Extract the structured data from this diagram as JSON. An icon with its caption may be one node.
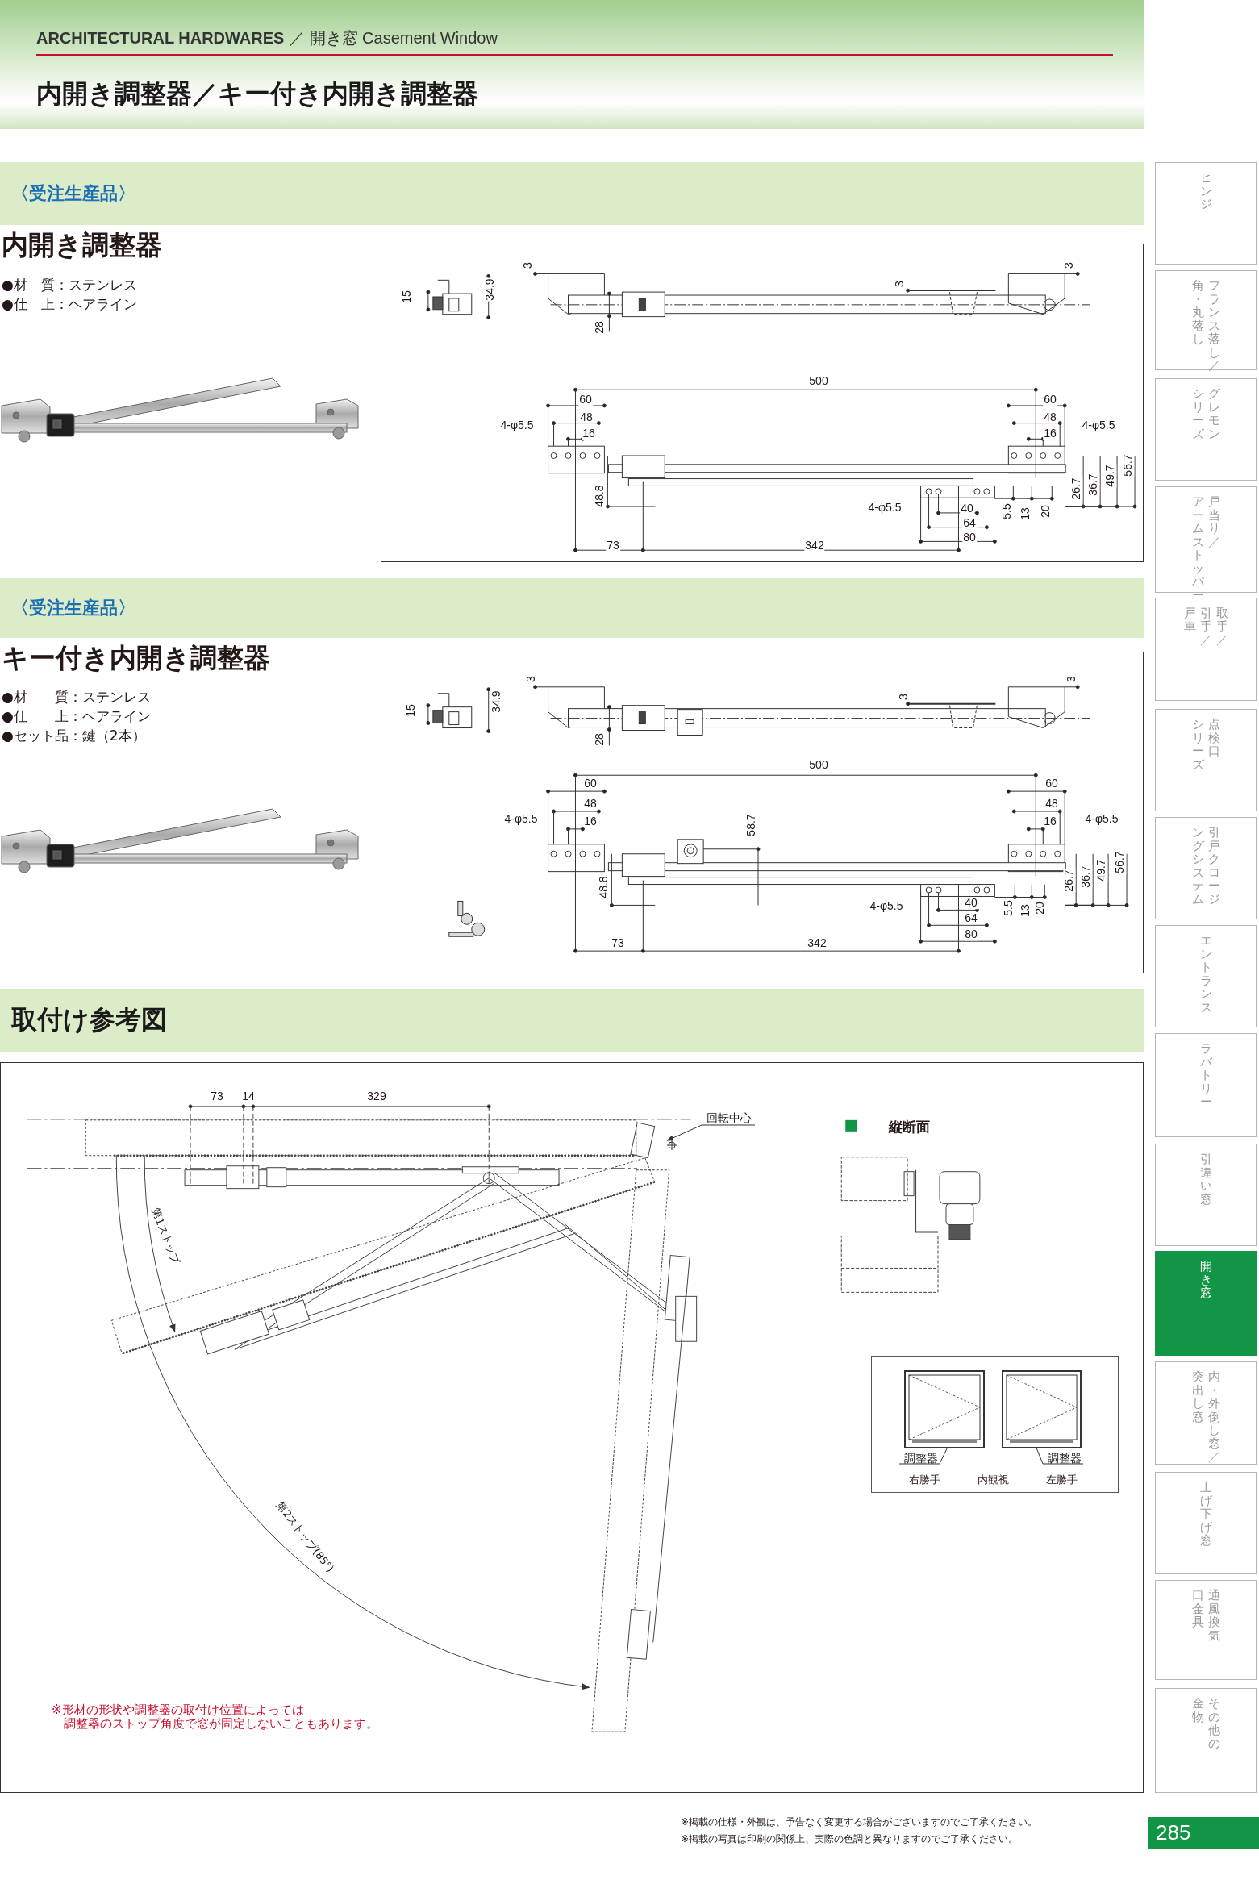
{
  "diagram": {
    "nodes": [
      {
        "text": [
          "**ARCHITECTURAL HARDWARES** ／ 開き窓 Casement Window",
          "内開き調整器／キー付き内開き調整器"
        ]
      },
      {
        "text": [
          "〈受注生産品〉"
        ]
      },
      {
        "text": [],
        "shape": "box"
      },
      {
        "text": [],
        "shape": "picture"
      },
      {
        "text": [
          "〈受注生産品〉"
        ]
      },
      {
        "text": [],
        "shape": "box"
      },
      {
        "text": [],
        "shape": "picture"
      },
      {
        "text": [
          "取付け参考図"
        ]
      },
      {
        "text": [],
        "shape": "box"
      },
      {
        "text": [],
        "shape": "box",
        "in": 8
      },
      {
        "text": [],
        "shape": "box",
        "in": 9
      },
      {
        "text": [],
        "shape": "box",
        "in": 9
      },
      {
        "text": [
          "調整器"
        ],
        "in": 9
      },
      {
        "text": [
          "調整器"
        ],
        "in": 9
      },
      {
        "text": [
          "回転中心"
        ],
        "in": 8
      },
      {
        "text": [],
        "shape": "circle",
        "in": 8
      },
      {
        "text": [
          "ヒンジ"
        ]
      },
      {
        "text": [
          "角・丸落し",
          "フランス落し／"
        ]
      },
      {
        "text": [
          "シリーズ",
          "グレモン"
        ]
      },
      {
        "text": [
          "アームストッパー",
          "戸当り／"
        ]
      },
      {
        "text": [
          "戸車",
          "引手／",
          "取手／"
        ]
      },
      {
        "text": [
          "シリーズ",
          "点検口"
        ]
      },
      {
        "text": [
          "ングシステム",
          "引戸クロージ"
        ]
      },
      {
        "text": [
          "エントランス"
        ]
      },
      {
        "text": [
          "ラバトリー"
        ]
      },
      {
        "text": [
          "引違い窓"
        ]
      },
      {
        "text": [
          "開き窓"
        ]
      },
      {
        "text": [
          "突出し窓",
          "内・外倒し窓／"
        ]
      },
      {
        "text": [
          "上げ下げ窓"
        ]
      },
      {
        "text": [
          "口金具",
          "通風換気"
        ]
      },
      {
        "text": [
          "金物",
          "その他の"
        ]
      },
      {
        "text": [
          "285"
        ]
      }
    ],
    "edges": [
      {
        "from": 12,
        "to": 10,
        "arrow": "none"
      },
      {
        "from": 13,
        "to": 11,
        "arrow": "none"
      },
      {
        "from": 14,
        "to": 15,
        "arrow": "to"
      }
    ],
    "labels": [
      "内開き調整器",
      "●材　質：ステンレス",
      "●仕　上：ヘアライン",
      "15",
      "34.9",
      "3",
      "28",
      "3",
      "3",
      "60",
      "48",
      "16",
      "4-φ5.5",
      "500",
      "60",
      "48",
      "16",
      "4-φ5.5",
      "48.8",
      "26.7",
      "36.7",
      "49.7",
      "56.7",
      "4-φ5.5",
      "40",
      "5.5",
      "13",
      "20",
      "64",
      "80",
      "73",
      "342",
      "キー付き内開き調整器",
      "●材　　質：ステンレス",
      "●仕　　上：ヘアライン",
      "●セット品：鍵（2本）",
      "15",
      "34.9",
      "3",
      "28",
      "3",
      "3",
      "500",
      "60",
      "48",
      "16",
      "4-φ5.5",
      "58.7",
      "60",
      "48",
      "16",
      "4-φ5.5",
      "26.7",
      "36.7",
      "49.7",
      "56.7",
      "48.8",
      "4-φ5.5",
      "40",
      "5.5",
      "13",
      "20",
      "64",
      "80",
      "73",
      "342",
      "73",
      "14",
      "329",
      "第1ストップ",
      "第2ストップ(85°)",
      "縦断面",
      "右勝手",
      "内観視",
      "左勝手",
      "※形材の形状や調整器の取付け位置によっては調整器のストップ角度で窓が固定しないこともあります。",
      "※掲載の仕様・外観は、予告なく変更する場合がございますのでご了承ください。",
      "※掲載の写真は印刷の関係上、実際の色調と異なりますのでご了承ください。"
    ]
  }
}
